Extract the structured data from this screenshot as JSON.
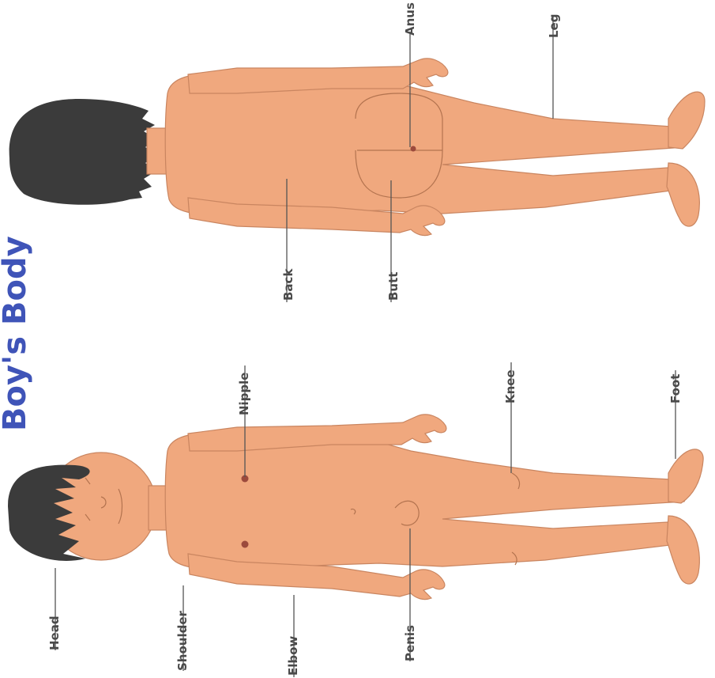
{
  "title": "Boy's Body",
  "front_labels": {
    "head": "Head",
    "shoulder": "Shoulder",
    "elbow": "Elbow",
    "penis": "Penis",
    "nipple": "Nipple",
    "knee": "Knee",
    "foot": "Foot"
  },
  "back_labels": {
    "anus": "Anus",
    "leg": "Leg",
    "back": "Back",
    "butt": "Butt"
  },
  "colors": {
    "skin": "#f0a87e",
    "hair": "#3b3b3b",
    "title": "#3f54b8"
  }
}
